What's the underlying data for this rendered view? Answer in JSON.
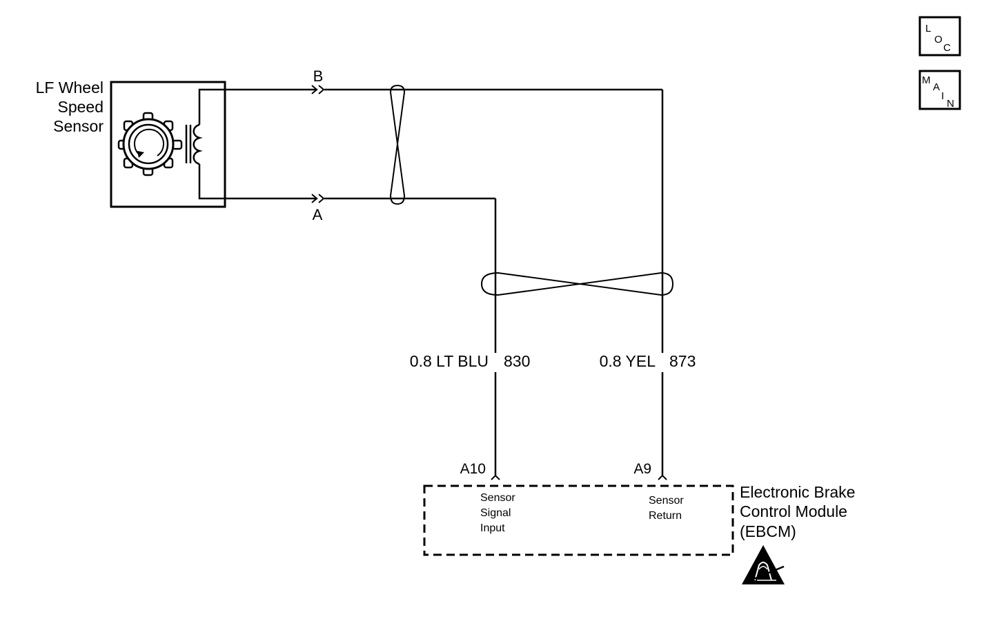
{
  "sensor": {
    "name_line1": "LF Wheel",
    "name_line2": "Speed",
    "name_line3": "Sensor"
  },
  "connector": {
    "top_pin": "B",
    "bottom_pin": "A"
  },
  "wires": {
    "signal": {
      "gauge_color": "0.8 LT BLU",
      "circuit": "830"
    },
    "return": {
      "gauge_color": "0.8 YEL",
      "circuit": "873"
    }
  },
  "module": {
    "pin_signal": "A10",
    "pin_return": "A9",
    "signal_label_line1": "Sensor",
    "signal_label_line2": "Signal",
    "signal_label_line3": "Input",
    "return_label_line1": "Sensor",
    "return_label_line2": "Return",
    "name_line1": "Electronic Brake",
    "name_line2": "Control Module",
    "name_line3": "(EBCM)"
  },
  "nav": {
    "loc": {
      "c1": "L",
      "c2": "O",
      "c3": "C"
    },
    "main": {
      "c1": "M",
      "c2": "A",
      "c3": "I",
      "c4": "N"
    }
  },
  "icons": {
    "esd": "esd-warning-icon",
    "sensor": "reluctor-ring-icon",
    "coil": "inductor-coil-icon",
    "twist": "twisted-pair-icon"
  }
}
